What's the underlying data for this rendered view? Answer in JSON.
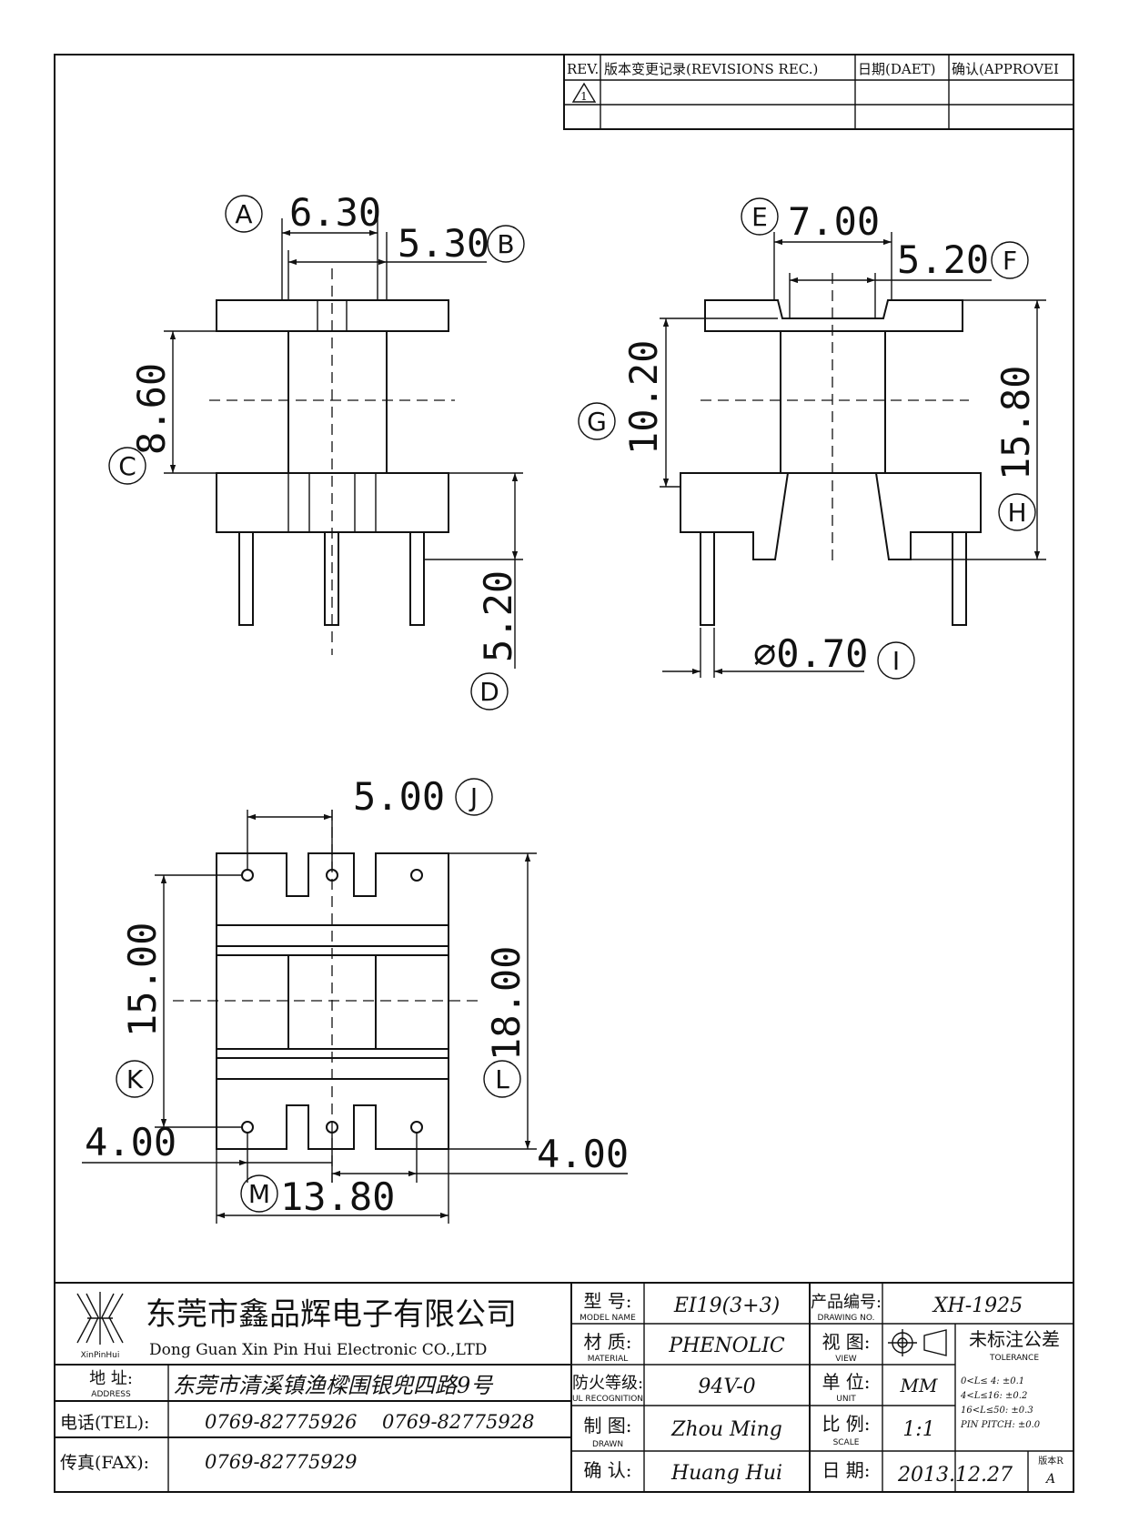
{
  "revisions": {
    "rev": "REV.",
    "record": "版本变更记录(REVISIONS REC.)",
    "date": "日期(DAET)",
    "approve": "确认(APPROVEI",
    "mark": "1"
  },
  "dimensions": {
    "A": {
      "tag": "A",
      "value": "6.30"
    },
    "B": {
      "tag": "B",
      "value": "5.30"
    },
    "C": {
      "tag": "C",
      "value": "8.60"
    },
    "D": {
      "tag": "D",
      "value": "5.20"
    },
    "E": {
      "tag": "E",
      "value": "7.00"
    },
    "F": {
      "tag": "F",
      "value": "5.20"
    },
    "G": {
      "tag": "G",
      "value": "10.20"
    },
    "H": {
      "tag": "H",
      "value": "15.80"
    },
    "I": {
      "tag": "I",
      "value": "⌀0.70"
    },
    "J": {
      "tag": "J",
      "value": "5.00"
    },
    "K": {
      "tag": "K",
      "value": "15.00"
    },
    "L": {
      "tag": "L",
      "value": "18.00"
    },
    "M": {
      "tag": "M",
      "value": "13.80"
    },
    "left_pitch": "4.00",
    "right_pitch": "4.00"
  },
  "title_block": {
    "logo_text": "XinPinHui",
    "company_cn": "东莞市鑫品辉电子有限公司",
    "company_en": "Dong Guan Xin Pin Hui Electronic CO.,LTD",
    "address_label": "地  址:",
    "address_label_en": "ADDRESS",
    "address": "东莞市清溪镇渔樑围银兜四路9号",
    "tel_label": "电话(TEL):",
    "tel1": "0769-82775926",
    "tel2": "0769-82775928",
    "fax_label": "传真(FAX):",
    "fax": "0769-82775929",
    "model_label": "型  号:",
    "model_label_en": "MODEL NAME",
    "model": "EI19(3+3)",
    "material_label": "材  质:",
    "material_label_en": "MATERIAL",
    "material": "PHENOLIC",
    "ul_label": "防火等级:",
    "ul_label_en": "UL RECOGNITION",
    "ul": "94V-0",
    "drawn_label": "制  图:",
    "drawn_label_en": "DRAWN",
    "drawn": "Zhou Ming",
    "check_label": "确  认:",
    "check": "Huang Hui",
    "drawing_no_label": "产品编号:",
    "drawing_no_label_en": "DRAWING NO.",
    "drawing_no": "XH-1925",
    "view_label": "视  图:",
    "view_label_en": "VIEW",
    "unit_label": "单  位:",
    "unit_label_en": "UNIT",
    "unit": "MM",
    "scale_label": "比  例:",
    "scale_label_en": "SCALE",
    "scale": "1:1",
    "date_label": "日  期:",
    "date": "2013.12.27",
    "tolerance_title": "未标注公差",
    "tolerance_en": "TOLERANCE",
    "tol1": "0<L≤ 4:  ±0.1",
    "tol2": "4<L≤16:  ±0.2",
    "tol3": "16<L≤50:  ±0.3",
    "tol4": "PIN PITCH:  ±0.0",
    "version_label": "版本R",
    "version": "A"
  }
}
